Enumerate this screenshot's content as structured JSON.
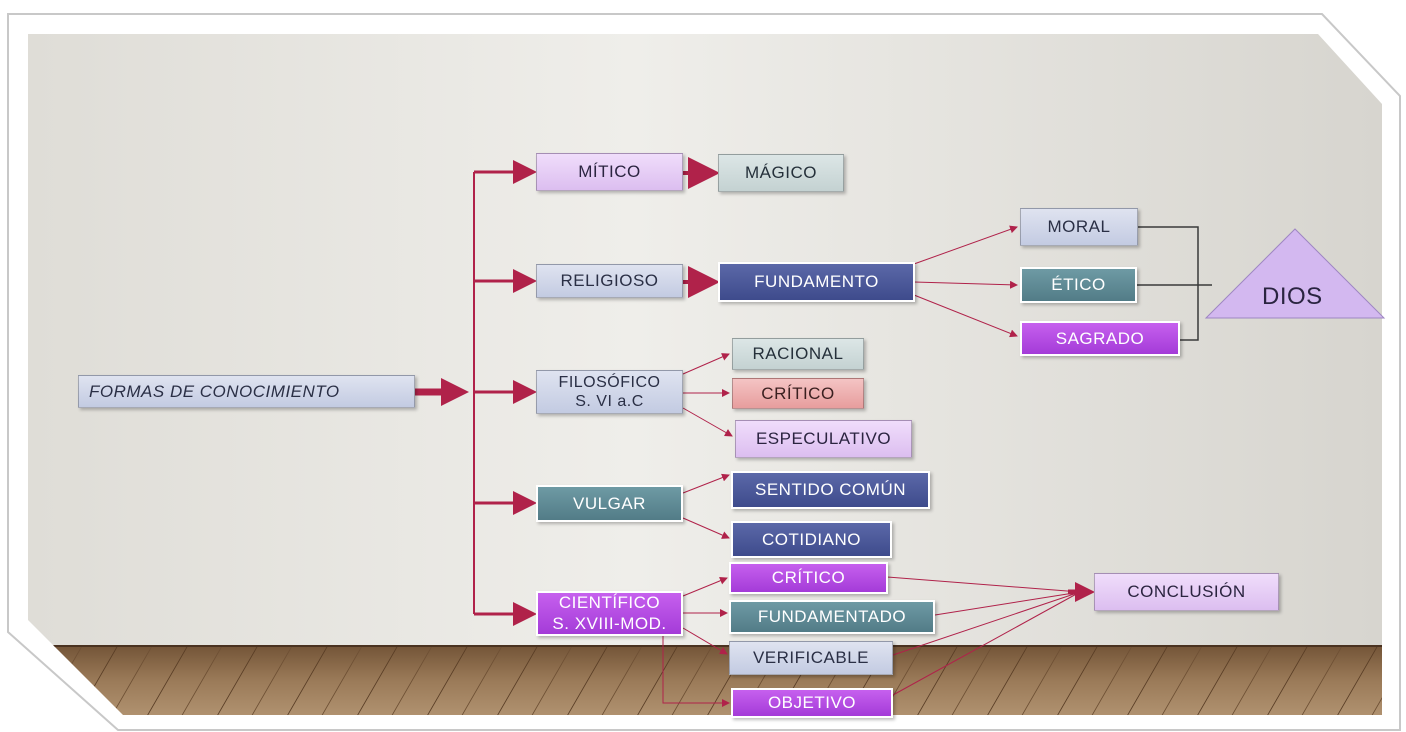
{
  "nodes": {
    "root": "FORMAS DE CONOCIMIENTO",
    "mitico": "MÍTICO",
    "magico": "MÁGICO",
    "religioso": "RELIGIOSO",
    "fundamento": "FUNDAMENTO",
    "moral": "MORAL",
    "etico": "ÉTICO",
    "sagrado": "SAGRADO",
    "dios": "DIOS",
    "filosofico_line1": "FILOSÓFICO",
    "filosofico_line2": "S. VI a.C",
    "racional": "RACIONAL",
    "critico_fil": "CRÍTICO",
    "especulativo": "ESPECULATIVO",
    "vulgar": "VULGAR",
    "sentido_comun": "SENTIDO COMÚN",
    "cotidiano": "COTIDIANO",
    "cientifico_line1": "CIENTÍFICO",
    "cientifico_line2": "S. XVIII-MOD.",
    "critico_cien": "CRÍTICO",
    "fundamentado": "FUNDAMENTADO",
    "verificable": "VERIFICABLE",
    "objetivo": "OBJETIVO",
    "conclusion": "CONCLUSIÓN"
  },
  "colors": {
    "connector": "#b0224a",
    "dios_connector": "#3a3a3a",
    "wall": "#e8e6e1",
    "floor": "#8a6a4a"
  }
}
